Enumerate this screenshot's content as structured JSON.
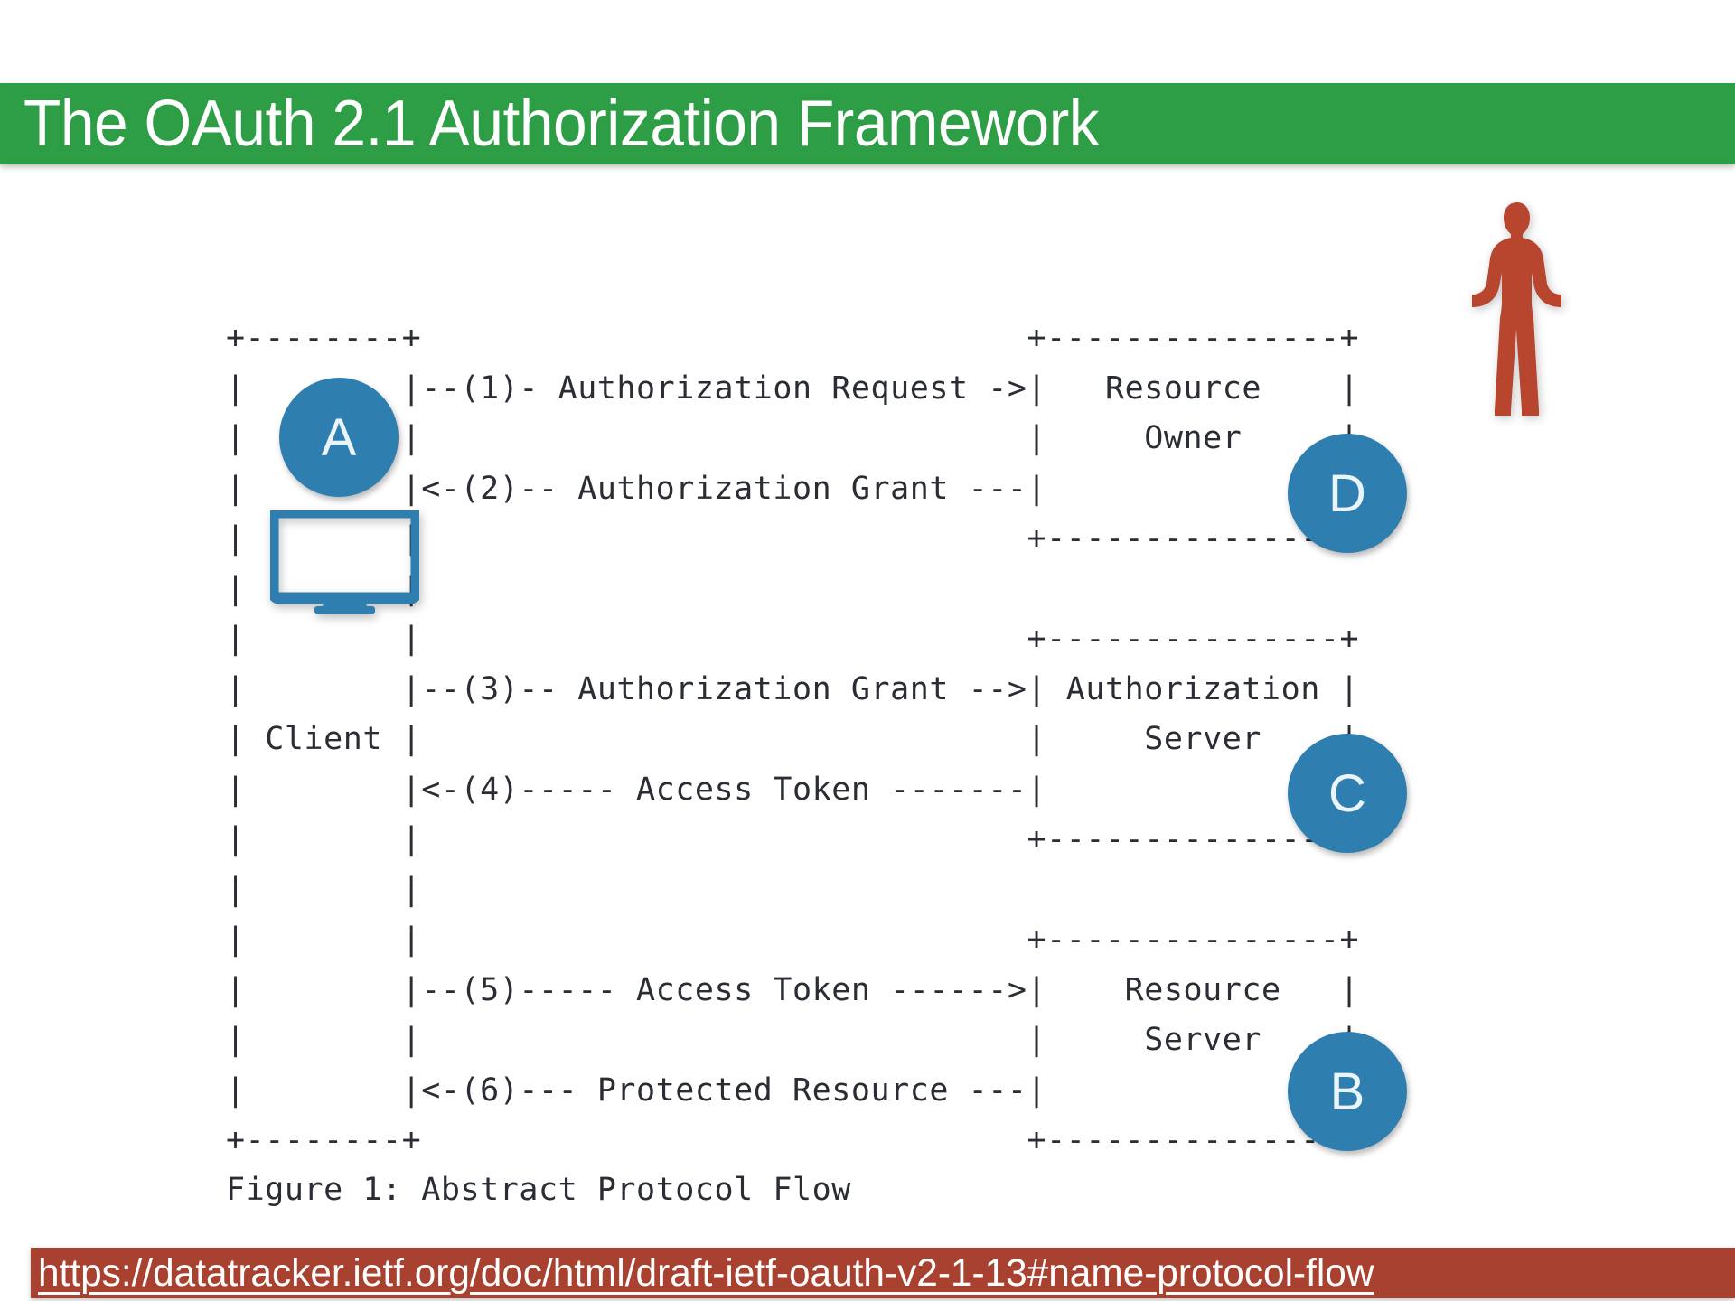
{
  "slide": {
    "title": "The OAuth 2.1 Authorization Framework",
    "title_bar_color": "#2e9e46",
    "background_color": "#ffffff"
  },
  "diagram": {
    "caption": "Figure 1: Abstract Protocol Flow",
    "ascii_art": "+--------+                               +---------------+\n|        |--(1)- Authorization Request ->|   Resource    |\n|        |                               |     Owner     |\n|        |<-(2)-- Authorization Grant ---|               |\n|        |                               +---------------+\n|        |\n|        |                               +---------------+\n|        |--(3)-- Authorization Grant -->| Authorization |\n| Client |                               |     Server    |\n|        |<-(4)----- Access Token -------|               |\n|        |                               +---------------+\n|        |\n|        |                               +---------------+\n|        |--(5)----- Access Token ------>|    Resource   |\n|        |                               |     Server    |\n|        |<-(6)--- Protected Resource ---|               |\n+--------+                               +---------------+",
    "entities": {
      "client": "Client",
      "resource_owner_line1": "Resource",
      "resource_owner_line2": "Owner",
      "authorization_server_line1": "Authorization",
      "authorization_server_line2": "Server",
      "resource_server_line1": "Resource",
      "resource_server_line2": "Server"
    },
    "messages": [
      {
        "step": "(1)",
        "label": "Authorization Request",
        "direction": "->",
        "from": "Client",
        "to": "Resource Owner"
      },
      {
        "step": "(2)",
        "label": "Authorization Grant",
        "direction": "<-",
        "from": "Resource Owner",
        "to": "Client"
      },
      {
        "step": "(3)",
        "label": "Authorization Grant",
        "direction": "-->",
        "from": "Client",
        "to": "Authorization Server"
      },
      {
        "step": "(4)",
        "label": "Access Token",
        "direction": "<-",
        "from": "Authorization Server",
        "to": "Client"
      },
      {
        "step": "(5)",
        "label": "Access Token",
        "direction": "-->",
        "from": "Client",
        "to": "Resource Server"
      },
      {
        "step": "(6)",
        "label": "Protected Resource",
        "direction": "<-",
        "from": "Resource Server",
        "to": "Client"
      }
    ]
  },
  "badges": {
    "color": "#2e7eb0",
    "text_color": "#eaf4fb",
    "items": [
      {
        "id": "a",
        "label": "A",
        "target": "Client"
      },
      {
        "id": "d",
        "label": "D",
        "target": "Resource Owner"
      },
      {
        "id": "c",
        "label": "C",
        "target": "Authorization Server"
      },
      {
        "id": "b",
        "label": "B",
        "target": "Resource Server"
      }
    ]
  },
  "icons": {
    "monitor": {
      "name": "monitor-icon",
      "color": "#2e7eb0"
    },
    "person": {
      "name": "person-icon",
      "color": "#b8462f"
    }
  },
  "footer": {
    "url": "https://datatracker.ietf.org/doc/html/draft-ietf-oauth-v2-1-13#name-protocol-flow",
    "bar_color": "#a8412f",
    "text_color": "#ffffff"
  }
}
